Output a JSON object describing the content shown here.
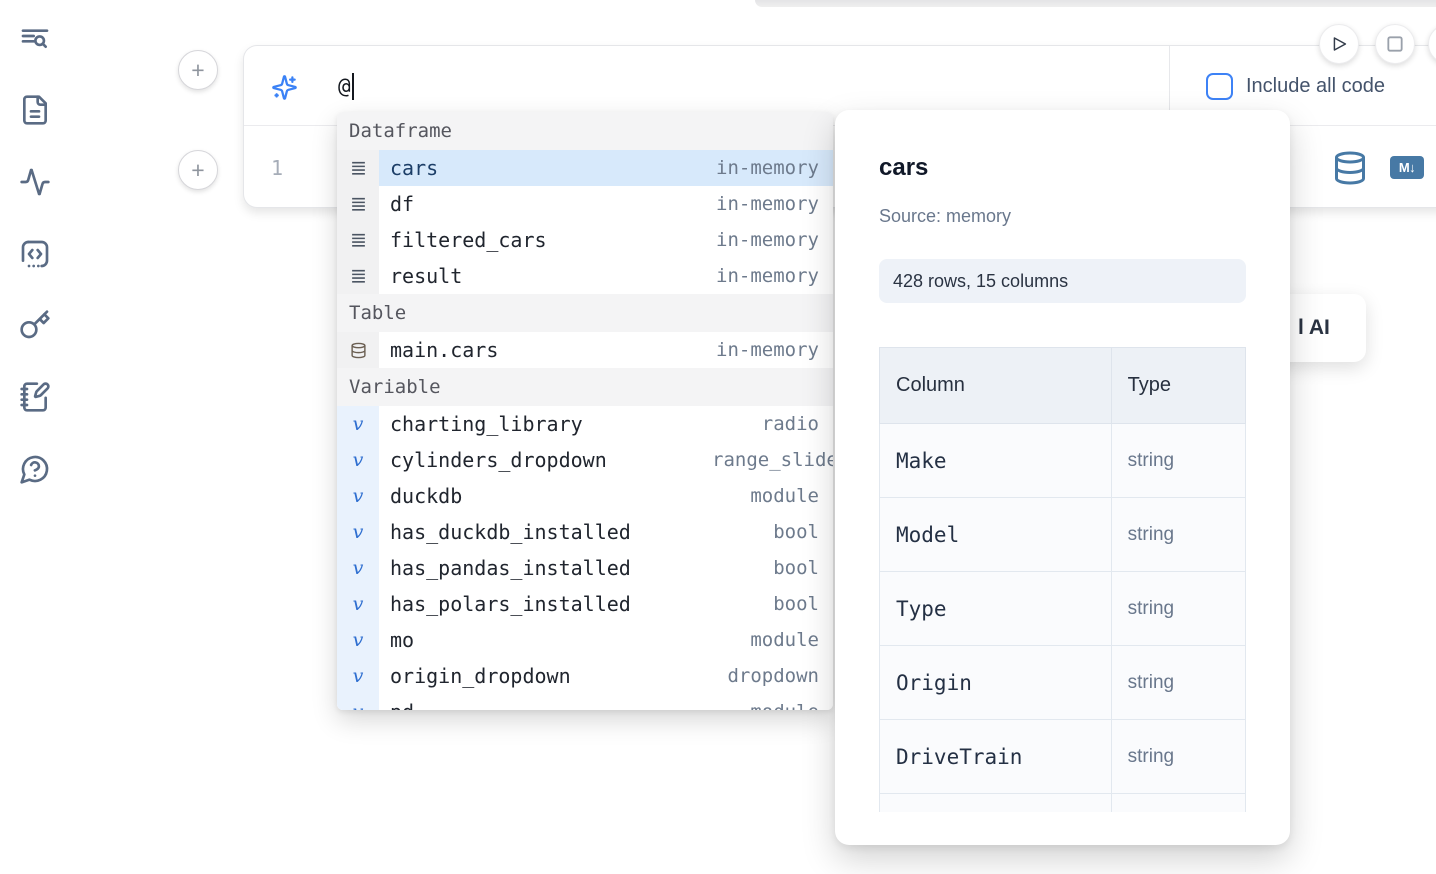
{
  "sidebar": {
    "icons": [
      {
        "name": "toc-search-icon"
      },
      {
        "name": "file-document-icon"
      },
      {
        "name": "activity-tracer-icon"
      },
      {
        "name": "code-snippets-icon"
      },
      {
        "name": "secrets-key-icon"
      },
      {
        "name": "scratchpad-icon"
      },
      {
        "name": "help-chat-icon"
      }
    ]
  },
  "toolbar": {
    "include_all_code_label": "Include all code"
  },
  "ai_prompt": {
    "value": "@"
  },
  "code_cell": {
    "line_number": "1",
    "markdown_badge": "M↓"
  },
  "ai_button_fragment": "l AI",
  "autocomplete": {
    "sections": [
      {
        "label": "Dataframe",
        "items": [
          {
            "name": "cars",
            "detail": "in-memory"
          },
          {
            "name": "df",
            "detail": "in-memory"
          },
          {
            "name": "filtered_cars",
            "detail": "in-memory"
          },
          {
            "name": "result",
            "detail": "in-memory"
          }
        ]
      },
      {
        "label": "Table",
        "items": [
          {
            "name": "main.cars",
            "detail": "in-memory"
          }
        ]
      },
      {
        "label": "Variable",
        "items": [
          {
            "name": "charting_library",
            "detail": "radio"
          },
          {
            "name": "cylinders_dropdown",
            "detail": "range_slider"
          },
          {
            "name": "duckdb",
            "detail": "module"
          },
          {
            "name": "has_duckdb_installed",
            "detail": "bool"
          },
          {
            "name": "has_pandas_installed",
            "detail": "bool"
          },
          {
            "name": "has_polars_installed",
            "detail": "bool"
          },
          {
            "name": "mo",
            "detail": "module"
          },
          {
            "name": "origin_dropdown",
            "detail": "dropdown"
          },
          {
            "name": "pd",
            "detail": "module"
          }
        ]
      }
    ]
  },
  "preview": {
    "title": "cars",
    "source": "Source: memory",
    "shape": "428 rows, 15 columns",
    "table": {
      "column_header": "Column",
      "type_header": "Type",
      "rows": [
        {
          "column": "Make",
          "type": "string"
        },
        {
          "column": "Model",
          "type": "string"
        },
        {
          "column": "Type",
          "type": "string"
        },
        {
          "column": "Origin",
          "type": "string"
        },
        {
          "column": "DriveTrain",
          "type": "string"
        },
        {
          "column": "",
          "type": ""
        }
      ]
    }
  },
  "colors": {
    "accent_blue": "#3b82f6",
    "steel_blue": "#4779a5",
    "selection_blue": "#d7e9fb",
    "icon_slate": "#5a6b84"
  }
}
